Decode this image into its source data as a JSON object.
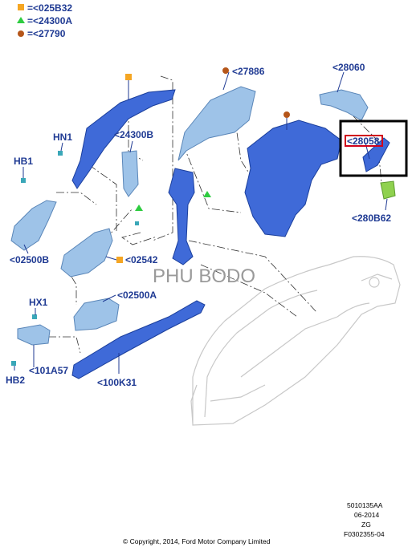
{
  "legend": [
    {
      "label": "=<025B32",
      "color": "#f5a623",
      "shape": "square"
    },
    {
      "label": "=<24300A",
      "color": "#2ecc40",
      "shape": "triangle"
    },
    {
      "label": "=<27790",
      "color": "#b5561a",
      "shape": "circle"
    }
  ],
  "callouts": {
    "c27886": "<27886",
    "c28060": "<28060",
    "c28058": "<28058",
    "c280B62": "<280B62",
    "hn1": "HN1",
    "c24300B": "<24300B",
    "hb1": "HB1",
    "c02500B": "<02500B",
    "c02542": "<02542",
    "c02500A": "<02500A",
    "hx1": "HX1",
    "c101A57": "<101A57",
    "hb2": "HB2",
    "c100K31": "<100K31"
  },
  "watermark": "PHU BODO",
  "footer": {
    "code1": "5010135AA",
    "date": "06-2014",
    "code2": "ZG",
    "code3": "F0302355-04",
    "copyright": "© Copyright, 2014, Ford Motor Company Limited"
  },
  "colors": {
    "part_blue": "#3f6ad8",
    "part_light": "#9ec3e8",
    "label_blue": "#1f3a93",
    "highlight_red": "#d0021b",
    "frame_black": "#000000",
    "bracket_green": "#8fd14f"
  }
}
